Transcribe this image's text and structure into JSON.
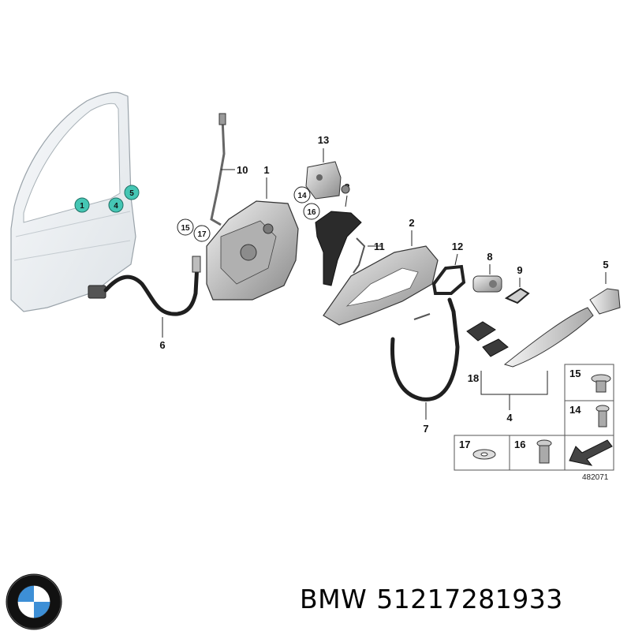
{
  "diagram": {
    "callouts_teal": [
      "1",
      "4",
      "5"
    ],
    "callouts_circled": [
      "15",
      "17",
      "14",
      "16"
    ],
    "labels": {
      "p1": "1",
      "p2": "2",
      "p3": "3",
      "p4": "4",
      "p5": "5",
      "p6": "6",
      "p7": "7",
      "p8": "8",
      "p9": "9",
      "p10": "10",
      "p11": "11",
      "p12": "12",
      "p13": "13",
      "p18": "18"
    },
    "legend": {
      "l15": "15",
      "l14": "14",
      "l17": "17",
      "l16": "16"
    },
    "diagram_id": "482071"
  },
  "caption": {
    "brand": "BMW",
    "part_number": "51217281933"
  },
  "colors": {
    "teal": "#45c6b4",
    "line": "#222222",
    "part_fill": "#d9d9d9",
    "door_fill": "#eef1f3"
  }
}
